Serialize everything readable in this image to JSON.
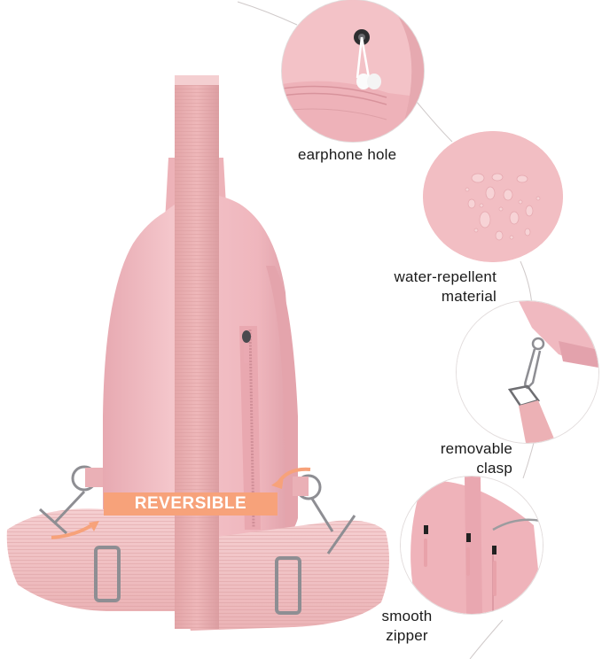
{
  "product": {
    "color": "#f0b8bf",
    "description": "pink sling bag rear view with strap"
  },
  "badge": {
    "label": "REVERSIBLE",
    "color": "#f7a27a"
  },
  "callouts": [
    {
      "id": "earphone",
      "line1": "earphone hole",
      "line2": ""
    },
    {
      "id": "water",
      "line1": "water-repellent",
      "line2": "material"
    },
    {
      "id": "clasp",
      "line1": "removable",
      "line2": "clasp"
    },
    {
      "id": "zipper",
      "line1": "smooth",
      "line2": "zipper"
    }
  ],
  "colors": {
    "bag": "#f0b8bf",
    "strap": "#e9aeb0",
    "strap_light": "#f6cfd0",
    "metal": "#8e8e93",
    "line": "#cfc9c9",
    "text": "#1a1a1a"
  }
}
